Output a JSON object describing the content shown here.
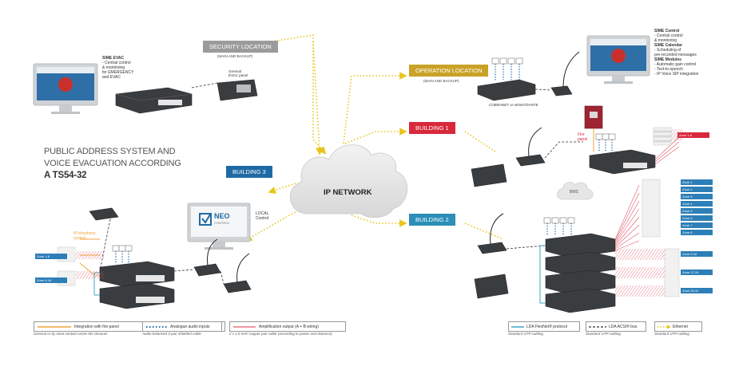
{
  "title": {
    "line1": "PUBLIC ADDRESS SYSTEM AND",
    "line2": "VOICE EVACUATION ACCORDING",
    "line3": "A TS54-32"
  },
  "network": {
    "label": "IP NETWORK"
  },
  "locations": {
    "security": {
      "label": "SECURITY LOCATION",
      "sub": "(MAIN AND BACKUP)",
      "color": "#9b9b9b"
    },
    "operation": {
      "label": "OPERATION LOCATION",
      "sub": "(MAIN AND BACKUP)",
      "color": "#c9a227"
    },
    "building1": {
      "label": "BUILDING 1",
      "color": "#d8283c"
    },
    "building2": {
      "label": "BUILDING 2",
      "color": "#2b8fb8"
    },
    "building3": {
      "label": "BUILDING 3",
      "color": "#1f6aa5"
    }
  },
  "sime_evac": {
    "title": "SIME EVAC",
    "lines": [
      "- Central control",
      "& monitoring",
      "for EMERGENCY",
      "and EVAC"
    ]
  },
  "general_evac_panel": {
    "line1": "General",
    "line2": "EVAC panel"
  },
  "sime_right": {
    "control_title": "SIME Control",
    "control_lines": [
      "- Central control",
      "& monitoring"
    ],
    "calendar_title": "SIME Calendar",
    "calendar_lines": [
      "- Scheduling of",
      "pre-recorded messages"
    ],
    "modules_title": "SIME Modules",
    "modules_lines": [
      "- Automatic gain control",
      "- Text-to-speech",
      "- IP Voice SIP integration"
    ]
  },
  "cobranet": {
    "label": "COBRANET or AES67/DANTE"
  },
  "fire_panel": {
    "line1": "Fire",
    "line2": "panel"
  },
  "bms": {
    "label": "BMS"
  },
  "ip_telephony": {
    "line1": "IP telephony",
    "line2": "system"
  },
  "neo": {
    "brand": "NEO",
    "sub": "CONTROL"
  },
  "local_control": {
    "line1": "LOCAL",
    "line2": "Control"
  },
  "zones_b2": [
    "Zone 1",
    "Zone 2",
    "Zone 3",
    "Zone 4",
    "Zone 5",
    "Zone 6",
    "Zone 7",
    "Zone 8"
  ],
  "zone_b1": "Zone 1-8",
  "zones_b2_red": [
    "Zone 9-16",
    "Zone 17-24",
    "Zone 25-32"
  ],
  "zones_b3": [
    "Zone 1-8",
    "Zone 9-16"
  ],
  "legend": [
    {
      "label": "Integration with fire panel",
      "sub": "General or by zone contact series Mx closures",
      "color": "#f3a43a",
      "style": "solid"
    },
    {
      "label": "Analogue audio inputs",
      "sub": "Audio balanced 2-pair shielded cable",
      "color": "#1f6aa5",
      "style": "dots"
    },
    {
      "label": "Amplification output (A + B wiring)",
      "sub": "2 x 1,5 mm² copper pair cable (according to power and distance)",
      "color": "#e05a6a",
      "style": "solid"
    },
    {
      "label": "LDA FlexNet® protocol",
      "sub": "Standard UTP cabling",
      "color": "#3fa3c9",
      "style": "solid"
    },
    {
      "label": "LDA ACSI® bus",
      "sub": "Standard UTP cabling",
      "color": "#333333",
      "style": "dash"
    },
    {
      "label": "Ethernet",
      "sub": "Standard UTP cabling",
      "color": "#f2d22a",
      "style": "arrow"
    }
  ]
}
